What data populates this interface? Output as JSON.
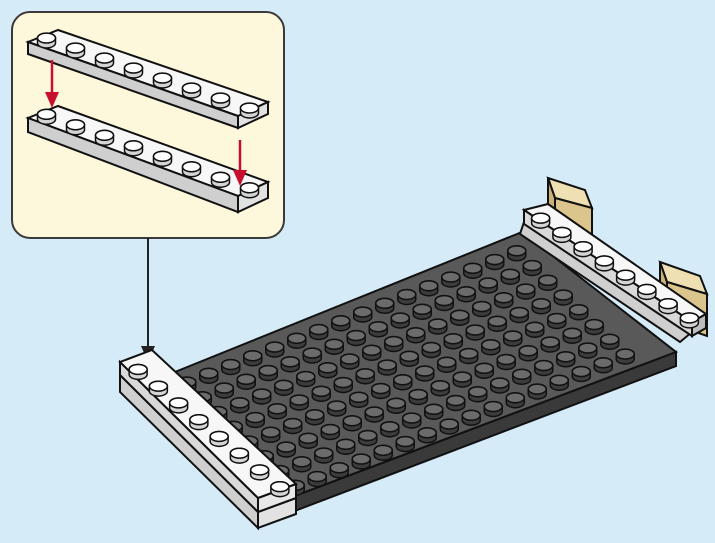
{
  "colors": {
    "background": "#d6ebf8",
    "callout_fill": "#fdf7dc",
    "callout_border": "#3a3a3a",
    "plate_white": "#f7f7f7",
    "plate_white_side": "#cfcfcf",
    "plate_dark_top": "#595959",
    "plate_dark_side": "#3a3a3a",
    "stud_dark": "#6b6b6b",
    "tile_tan": "#dcc58d",
    "arrow_red": "#c8102e",
    "arrow_black": "#222222",
    "outline": "#111111"
  },
  "icons": {
    "callout_box": "callout-box",
    "placement_arrow": "down-arrow-icon",
    "assembly_arrow": "red-down-arrow-icon"
  },
  "instruction": {
    "callout_plates": 2,
    "plate_studs": 8,
    "base_plate_studs": [
      16,
      8
    ]
  }
}
